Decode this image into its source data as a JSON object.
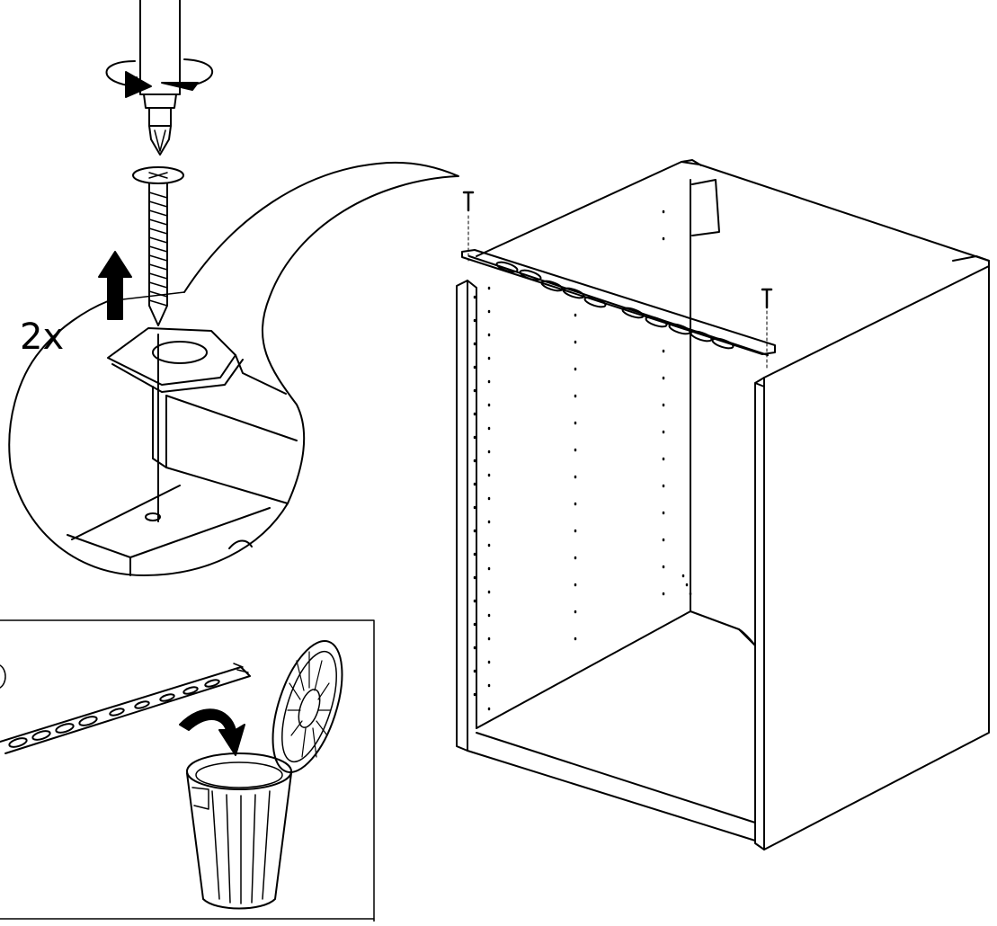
{
  "step": {
    "quantity_label": "2x"
  },
  "detail_view": {
    "illustration": "screw-removal-detail"
  },
  "inset_view": {
    "illustration": "discard-rail-in-trash-bin"
  },
  "main_view": {
    "illustration": "cabinet-frame-with-top-rail"
  }
}
